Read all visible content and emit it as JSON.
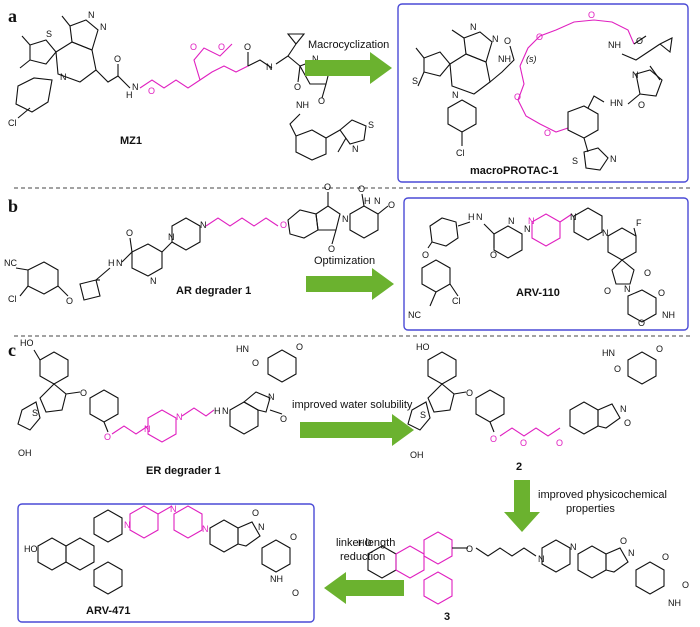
{
  "colors": {
    "linker": "#e020c0",
    "arrow": "#6bb22f",
    "box": "#4a4ad6",
    "text": "#111111"
  },
  "panels": {
    "a": {
      "letter": "a",
      "left_compound": "MZ1",
      "arrow_label": "Macrocyclization",
      "right_compound": "macroPROTAC-1",
      "stereo_label": "(s)"
    },
    "b": {
      "letter": "b",
      "left_compound": "AR degrader 1",
      "arrow_label": "Optimization",
      "right_compound": "ARV-110"
    },
    "c": {
      "letter": "c",
      "c1_compound": "ER degrader 1",
      "arrow1_label": "improved water solubility",
      "c2_compound": "2",
      "arrow2_label_line1": "improved physicochemical",
      "arrow2_label_line2": "properties",
      "c3_compound": "3",
      "arrow3_label_line1": "linker length",
      "arrow3_label_line2": "reduction",
      "c4_compound": "ARV-471"
    }
  },
  "atoms": {
    "S": "S",
    "N": "N",
    "O": "O",
    "H": "H",
    "Cl": "Cl",
    "F": "F",
    "HN": "HN",
    "NH": "NH",
    "NC": "NC",
    "HO": "HO",
    "OH": "OH"
  }
}
